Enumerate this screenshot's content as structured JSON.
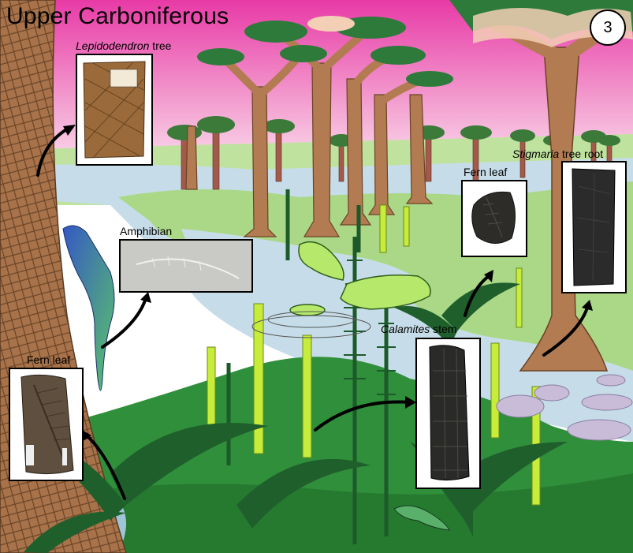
{
  "scene": {
    "title": "Upper Carboniferous",
    "badge": "3"
  },
  "labels": {
    "lepidodendron": {
      "italic": "Lepidodendron",
      "rest": " tree"
    },
    "amphibian": "Amphibian",
    "fern_left": "Fern leaf",
    "fern_right": "Fern leaf",
    "stigmaria": {
      "italic": "Stigmaria",
      "rest": " tree root"
    },
    "calamites": {
      "italic": "Calamites",
      "rest": " stem"
    }
  },
  "colors": {
    "sky_top": "#e83aa6",
    "sky_bottom": "#ffffff",
    "water": "#c8dde8",
    "ground": "#2f8f3a",
    "trunk": "#a9794e",
    "fern": "#1e5e2c",
    "calamites": "#c7ec3a",
    "amphibian": "#b6e86c",
    "lizard": "#3a62b8"
  }
}
